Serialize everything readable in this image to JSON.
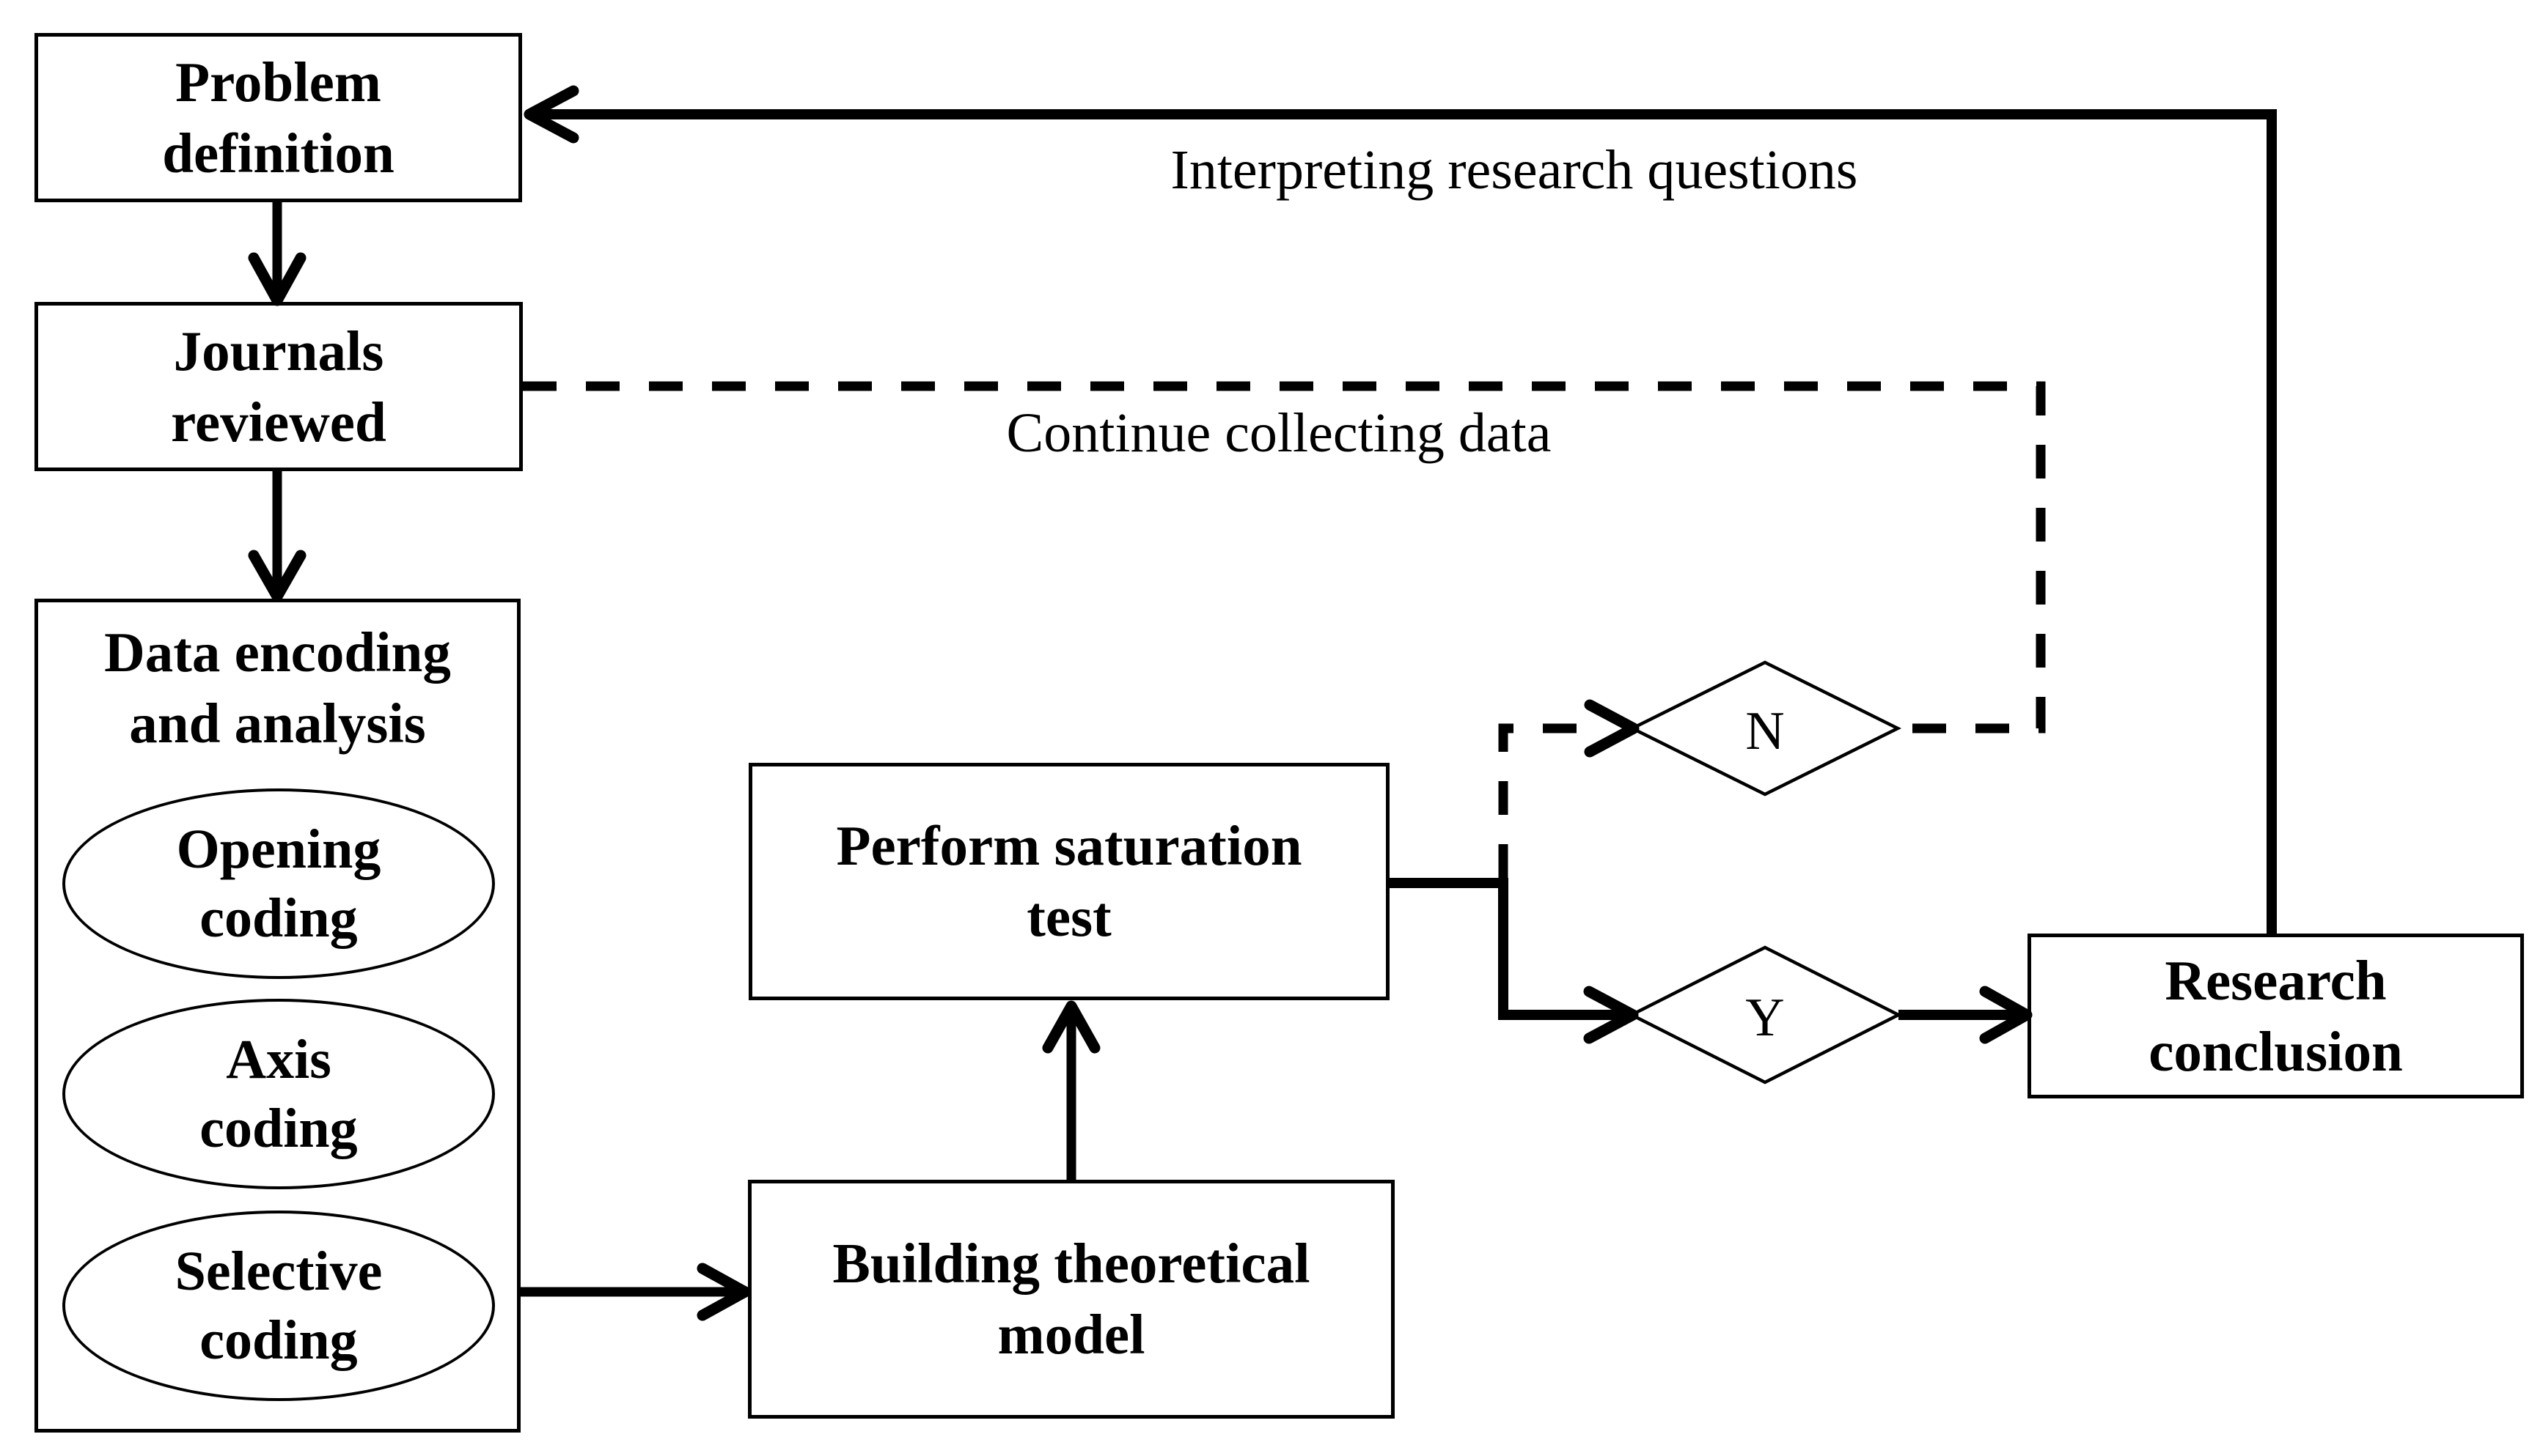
{
  "colors": {
    "background": "#ffffff",
    "stroke": "#000000",
    "text": "#000000"
  },
  "nodes": {
    "problem": {
      "type": "process",
      "lines": [
        "Problem",
        "definition"
      ]
    },
    "journals": {
      "type": "process",
      "lines": [
        "Journals",
        "reviewed"
      ]
    },
    "data_encoding": {
      "type": "container",
      "lines": [
        "Data encoding",
        "and analysis"
      ]
    },
    "opening": {
      "type": "sub-step",
      "lines": [
        "Opening",
        "coding"
      ]
    },
    "axis": {
      "type": "sub-step",
      "lines": [
        "Axis",
        "coding"
      ]
    },
    "selective": {
      "type": "sub-step",
      "lines": [
        "Selective",
        "coding"
      ]
    },
    "saturation": {
      "type": "process",
      "lines": [
        "Perform saturation",
        "test"
      ]
    },
    "building": {
      "type": "process",
      "lines": [
        "Building theoretical",
        "model"
      ]
    },
    "conclusion": {
      "type": "process",
      "lines": [
        "Research",
        "conclusion"
      ]
    },
    "decision_n": {
      "type": "decision",
      "label": "N"
    },
    "decision_y": {
      "type": "decision",
      "label": "Y"
    }
  },
  "edge_labels": {
    "interpreting": "Interpreting research questions",
    "continue": "Continue collecting data"
  }
}
